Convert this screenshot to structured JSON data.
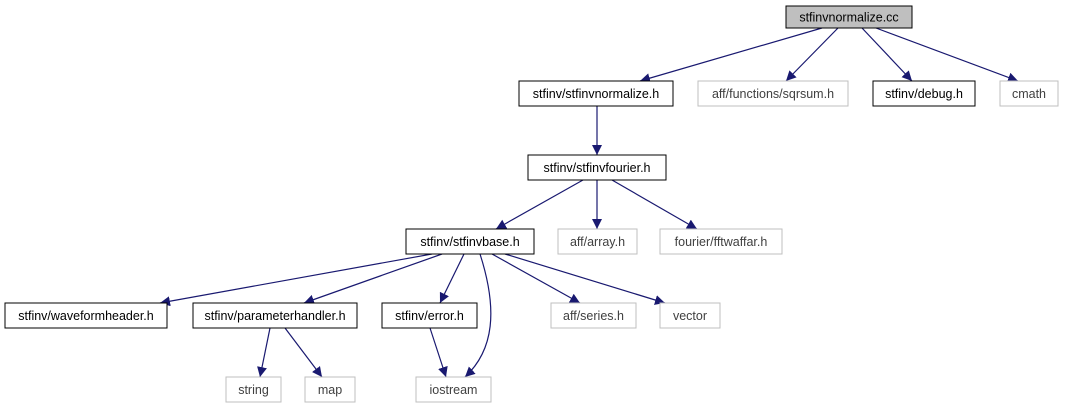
{
  "colors": {
    "background": "#ffffff",
    "edge": "#191970",
    "root_fill": "#bfbfbf",
    "documented_border": "#000000",
    "undocumented_border": "#bfbfbf",
    "undocumented_text": "#404040",
    "text": "#000000"
  },
  "nodes": [
    {
      "id": "root",
      "label": "stfinvnormalize.cc",
      "kind": "root"
    },
    {
      "id": "stfinvnormalize_h",
      "label": "stfinv/stfinvnormalize.h",
      "kind": "documented"
    },
    {
      "id": "sqrsum",
      "label": "aff/functions/sqrsum.h",
      "kind": "external"
    },
    {
      "id": "debug",
      "label": "stfinv/debug.h",
      "kind": "documented"
    },
    {
      "id": "cmath",
      "label": "cmath",
      "kind": "external"
    },
    {
      "id": "fourier_h",
      "label": "stfinv/stfinvfourier.h",
      "kind": "documented"
    },
    {
      "id": "base_h",
      "label": "stfinv/stfinvbase.h",
      "kind": "documented"
    },
    {
      "id": "array",
      "label": "aff/array.h",
      "kind": "external"
    },
    {
      "id": "fftwaffar",
      "label": "fourier/fftwaffar.h",
      "kind": "external"
    },
    {
      "id": "waveformheader",
      "label": "stfinv/waveformheader.h",
      "kind": "documented"
    },
    {
      "id": "parameterhandler",
      "label": "stfinv/parameterhandler.h",
      "kind": "documented"
    },
    {
      "id": "error",
      "label": "stfinv/error.h",
      "kind": "documented"
    },
    {
      "id": "series",
      "label": "aff/series.h",
      "kind": "external"
    },
    {
      "id": "vector",
      "label": "vector",
      "kind": "external"
    },
    {
      "id": "string",
      "label": "string",
      "kind": "external"
    },
    {
      "id": "map",
      "label": "map",
      "kind": "external"
    },
    {
      "id": "iostream",
      "label": "iostream",
      "kind": "external"
    }
  ],
  "edges": [
    {
      "from": "root",
      "to": "stfinvnormalize_h"
    },
    {
      "from": "root",
      "to": "sqrsum"
    },
    {
      "from": "root",
      "to": "debug"
    },
    {
      "from": "root",
      "to": "cmath"
    },
    {
      "from": "stfinvnormalize_h",
      "to": "fourier_h"
    },
    {
      "from": "fourier_h",
      "to": "base_h"
    },
    {
      "from": "fourier_h",
      "to": "array"
    },
    {
      "from": "fourier_h",
      "to": "fftwaffar"
    },
    {
      "from": "base_h",
      "to": "waveformheader"
    },
    {
      "from": "base_h",
      "to": "parameterhandler"
    },
    {
      "from": "base_h",
      "to": "error"
    },
    {
      "from": "base_h",
      "to": "iostream"
    },
    {
      "from": "base_h",
      "to": "series"
    },
    {
      "from": "base_h",
      "to": "vector"
    },
    {
      "from": "parameterhandler",
      "to": "string"
    },
    {
      "from": "parameterhandler",
      "to": "map"
    },
    {
      "from": "error",
      "to": "iostream"
    }
  ]
}
